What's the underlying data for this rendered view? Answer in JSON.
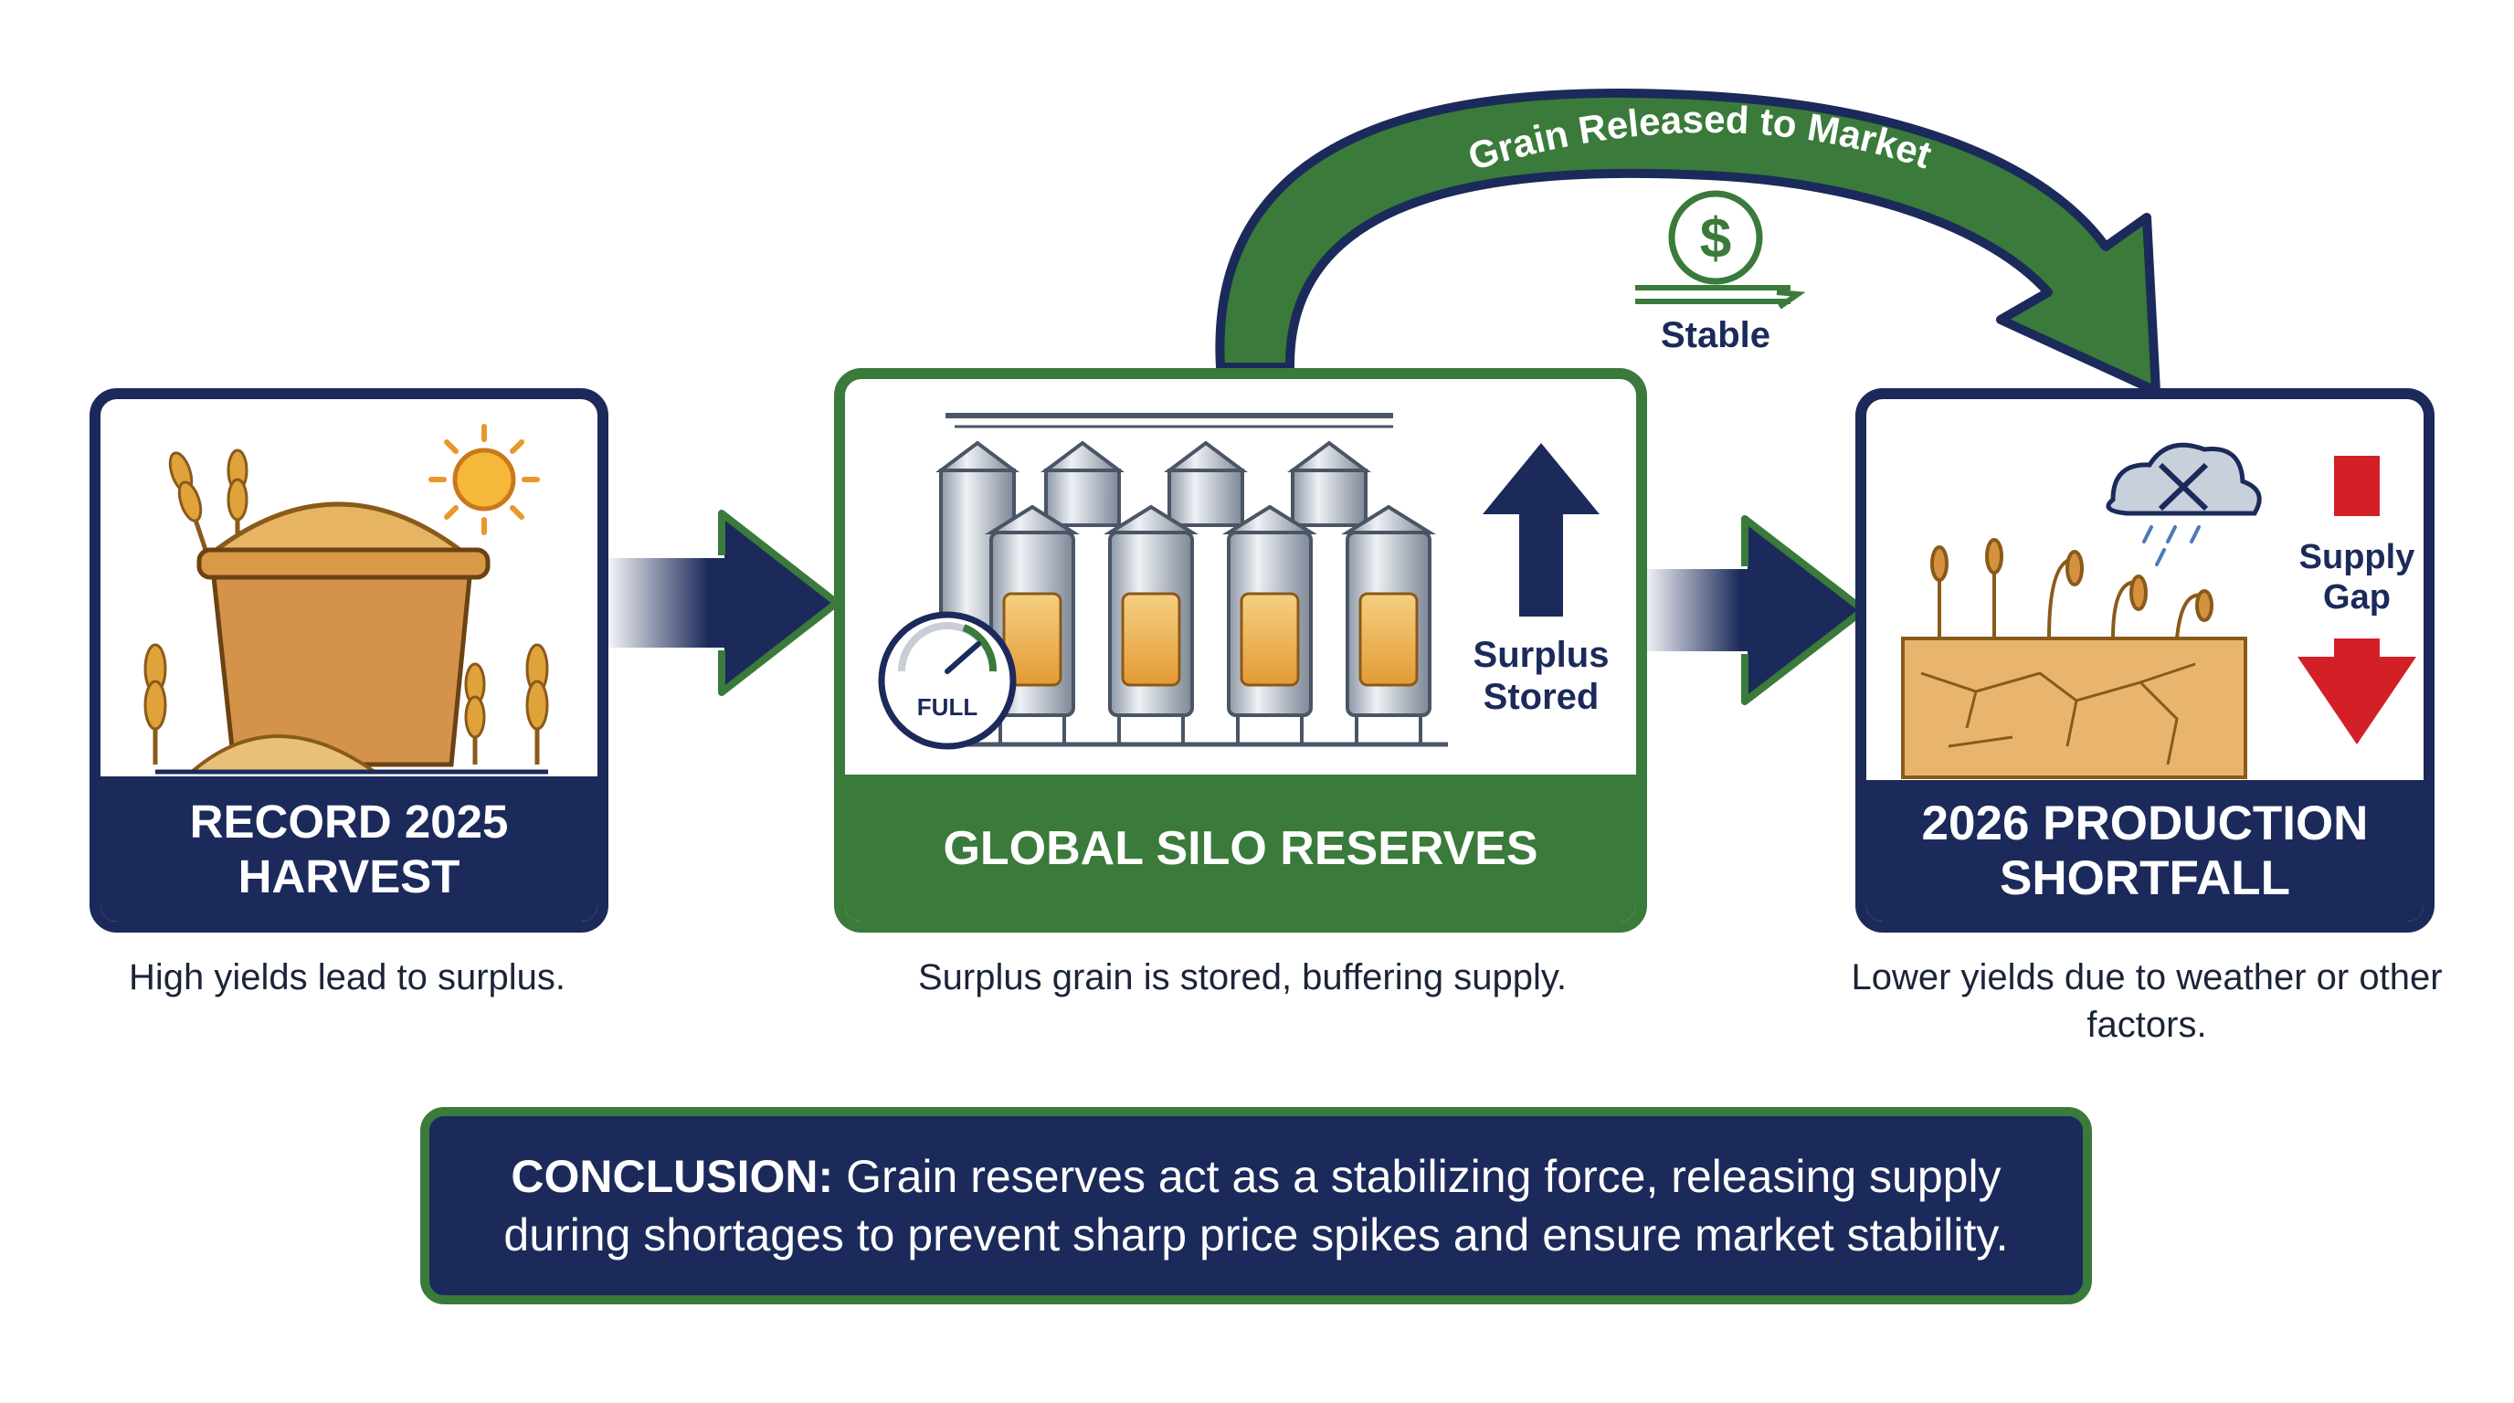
{
  "colors": {
    "navy": "#1b2a5a",
    "green": "#3a7a3a",
    "grain": "#e8a744",
    "red": "#d32027"
  },
  "stages": [
    {
      "title": "RECORD 2025 HARVEST",
      "caption": "High yields lead to surplus."
    },
    {
      "title": "GLOBAL SILO RESERVES",
      "caption": "Surplus grain is stored, buffering supply."
    },
    {
      "title": "2026 PRODUCTION SHORTFALL",
      "caption": "Lower yields due to weather or other factors."
    }
  ],
  "silo": {
    "gauge_label": "FULL",
    "arrow_label": "Surplus Stored"
  },
  "shortfall": {
    "arrow_label": "Supply Gap"
  },
  "flow": {
    "release_label": "Grain Released to Market",
    "price_label": "Stable",
    "price_symbol": "$"
  },
  "conclusion": {
    "lead": "CONCLUSION:",
    "text": " Grain reserves act as a stabilizing force, releasing supply during shortages to prevent sharp price spikes and ensure market stability."
  }
}
